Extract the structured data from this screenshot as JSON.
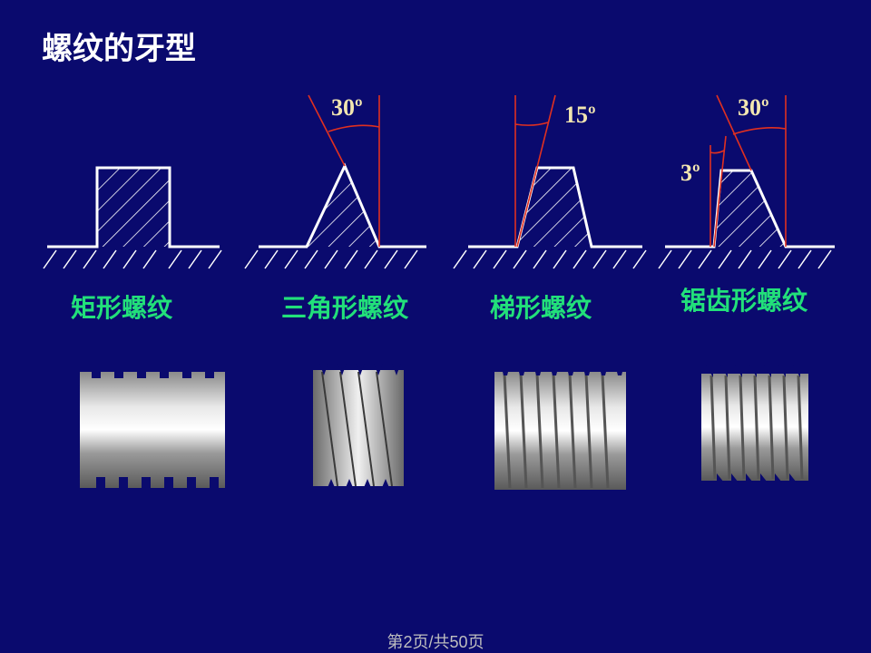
{
  "slide": {
    "title": "螺纹的牙型",
    "footer": "第2页/共50页"
  },
  "profiles": [
    {
      "id": "rectangular",
      "label": "矩形螺纹",
      "angle": ""
    },
    {
      "id": "triangular",
      "label": "三角形螺纹",
      "angle": "30º"
    },
    {
      "id": "trapezoidal",
      "label": "梯形螺纹",
      "angle": "15º"
    },
    {
      "id": "buttress",
      "label": "锯齿形螺纹",
      "angle": "30º",
      "angle_secondary": "3º"
    }
  ],
  "colors": {
    "background": "#0a0a6e",
    "profile_outline": "#ffffff",
    "angle_lines": "#e03020",
    "labels": "#22e07a",
    "angle_text": "#f2e6b0"
  }
}
